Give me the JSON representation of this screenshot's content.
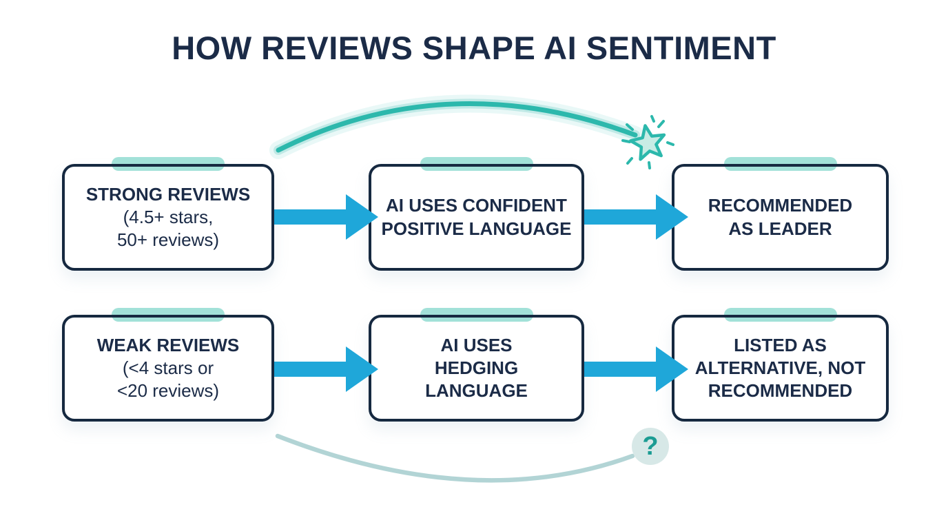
{
  "title": "HOW REVIEWS SHAPE AI SENTIMENT",
  "flows": {
    "strong": {
      "source": {
        "heading": "STRONG REVIEWS",
        "detail_lines": [
          "(4.5+ stars,",
          "50+ reviews)"
        ]
      },
      "process": {
        "lines": [
          "AI USES CONFIDENT",
          "POSITIVE LANGUAGE"
        ]
      },
      "outcome": {
        "lines": [
          "RECOMMENDED",
          "AS LEADER"
        ]
      }
    },
    "weak": {
      "source": {
        "heading": "WEAK REVIEWS",
        "detail_lines": [
          "(<4 stars or",
          "<20 reviews)"
        ]
      },
      "process": {
        "lines": [
          "AI USES",
          "HEDGING",
          "LANGUAGE"
        ]
      },
      "outcome": {
        "lines": [
          "LISTED AS",
          "ALTERNATIVE, NOT",
          "RECOMMENDED"
        ]
      }
    }
  },
  "icons": {
    "star": "sparkle-star",
    "question_glyph": "?"
  },
  "colors": {
    "navy": "#162940",
    "text": "#1b2b47",
    "teal": "#2cb8ac",
    "pill": "#a2e1d8",
    "arrow": "#1fa7d9",
    "soft_curve": "#b2d4d5",
    "question_bg": "#d7e8e7",
    "question_fg": "#1b9c93",
    "star_fill": "#c8ece5"
  }
}
